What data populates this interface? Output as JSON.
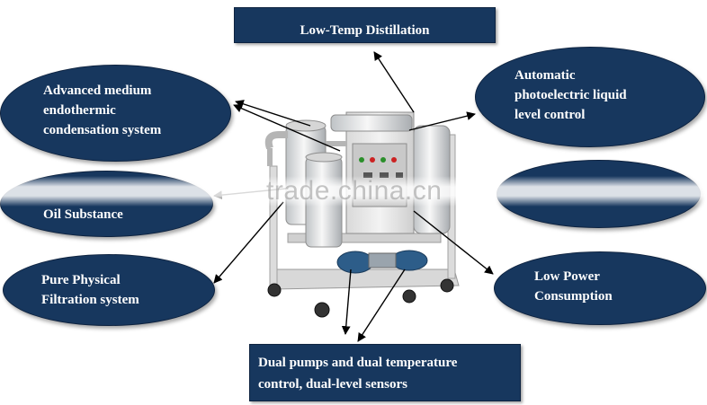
{
  "labels": {
    "low_temp_distillation": "Low-Temp Distillation",
    "advanced_medium": "Advanced medium\nendothermic\ncondensation system",
    "automatic_photoelectric": "Automatic\nphotoelectric liquid\nlevel control",
    "oil_substance": "Oil Substance",
    "pure_physical": "Pure Physical\nFiltration system",
    "low_power": "Low Power\nConsumption",
    "dual_pumps": "Dual pumps and dual temperature\ncontrol, dual-level sensors"
  },
  "watermark": "trade.china.cn",
  "colors": {
    "box_fill": "#17375e",
    "text": "#ffffff",
    "machine": "#e8e8e8",
    "arrow": "#000000"
  },
  "icons": {
    "machine": "oil-purifier-machine-illustration"
  }
}
